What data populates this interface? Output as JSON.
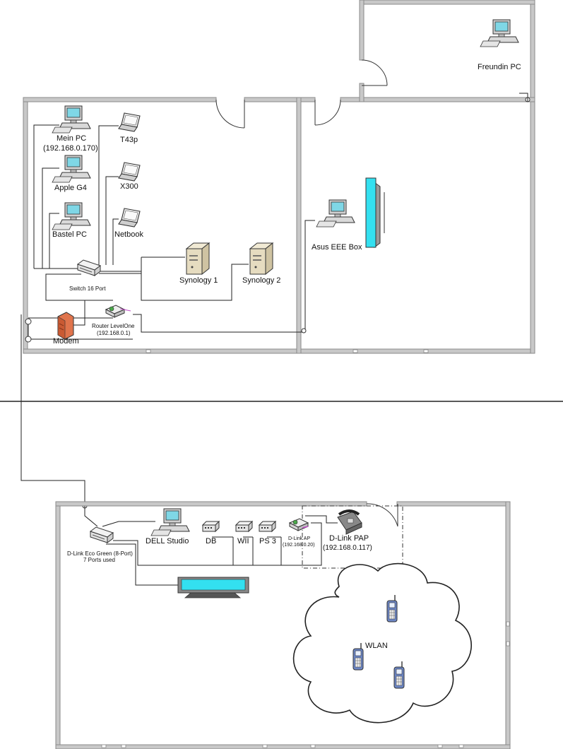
{
  "colors": {
    "wall": "#8a8a8a",
    "wall_fill": "#c8c8c8",
    "cable": "#222222",
    "monitor_screen": "#7fd7e6",
    "tv_screen": "#33e0f0",
    "server": "#e6dcc0",
    "modem": "#e0744c",
    "phone": "#6c86c4",
    "router_accent": "#c04cc8"
  },
  "upper_floor": {
    "devices": {
      "freundin_pc": "Freundin PC",
      "mein_pc": "Mein PC",
      "mein_pc_ip": "(192.168.0.170)",
      "t43p": "T43p",
      "apple_g4": "Apple G4",
      "x300": "X300",
      "bastel_pc": "Bastel PC",
      "netbook": "Netbook",
      "switch": "Switch 16 Port",
      "synology1": "Synology 1",
      "synology2": "Synology 2",
      "router": "Router LevelOne",
      "router_ip": "(192.168.0.1)",
      "modem": "Modem",
      "asus": "Asus EEE Box"
    },
    "icons": [
      "computer-icon",
      "laptop-icon",
      "switch-icon",
      "server-icon",
      "router-icon",
      "modem-icon",
      "tv-icon"
    ]
  },
  "lower_floor": {
    "devices": {
      "dlink_switch": "D-Link Eco Green (8-Port)",
      "dlink_switch_note": "7 Ports used",
      "dell": "DELL Studio",
      "db": "DB",
      "wii": "WII",
      "ps3": "PS 3",
      "dlink_ap": "D-Link AP",
      "dlink_ap_ip": "(192.168.0.20)",
      "dlink_pap": "D-Link PAP",
      "dlink_pap_ip": "(192.168.0.117)",
      "wlan": "WLAN"
    },
    "icons": [
      "switch-icon",
      "computer-icon",
      "hub-icon",
      "access-point-icon",
      "phone-icon",
      "cloud-icon",
      "mobile-phone-icon",
      "tv-icon"
    ]
  }
}
